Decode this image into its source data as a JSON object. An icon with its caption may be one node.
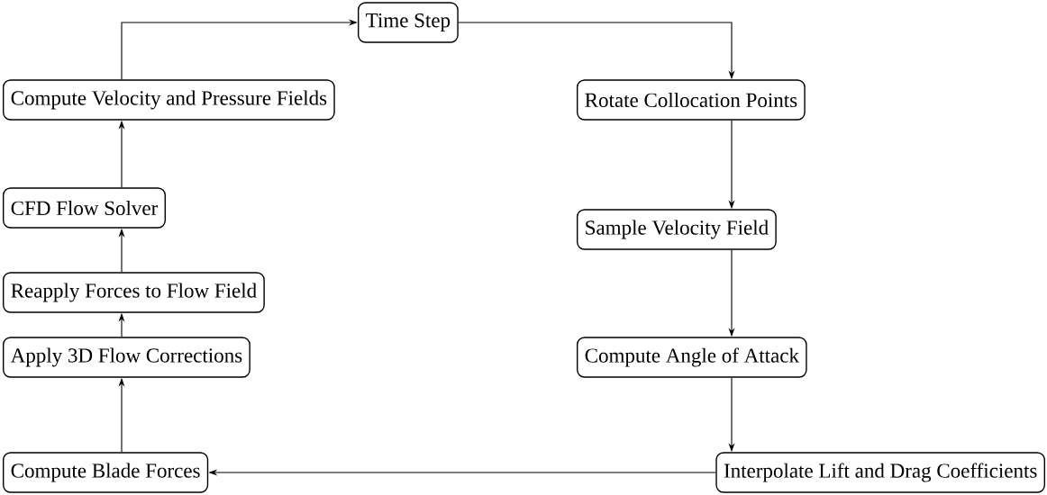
{
  "diagram": {
    "nodes": [
      {
        "text": [
          "Time Step"
        ]
      },
      {
        "text": [
          "Rotate Collocation Points"
        ]
      },
      {
        "text": [
          "Sample Velocity Field"
        ]
      },
      {
        "text": [
          "Compute Angle of Attack"
        ]
      },
      {
        "text": [
          "Interpolate Lift and Drag Coefficients"
        ]
      },
      {
        "text": [
          "Compute Blade Forces"
        ]
      },
      {
        "text": [
          "Apply 3D Flow Corrections"
        ]
      },
      {
        "text": [
          "Reapply Forces to Flow Field"
        ]
      },
      {
        "text": [
          "CFD Flow Solver"
        ]
      },
      {
        "text": [
          "Compute Velocity and Pressure Fields"
        ]
      }
    ],
    "edges": [
      {
        "from": 0,
        "to": 1,
        "arrow": "to"
      },
      {
        "from": 1,
        "to": 2,
        "arrow": "to"
      },
      {
        "from": 2,
        "to": 3,
        "arrow": "to"
      },
      {
        "from": 3,
        "to": 4,
        "arrow": "to"
      },
      {
        "from": 4,
        "to": 5,
        "arrow": "to"
      },
      {
        "from": 5,
        "to": 6,
        "arrow": "to"
      },
      {
        "from": 6,
        "to": 7,
        "arrow": "to"
      },
      {
        "from": 7,
        "to": 8,
        "arrow": "to"
      },
      {
        "from": 8,
        "to": 9,
        "arrow": "to"
      },
      {
        "from": 9,
        "to": 0,
        "arrow": "to"
      }
    ]
  }
}
